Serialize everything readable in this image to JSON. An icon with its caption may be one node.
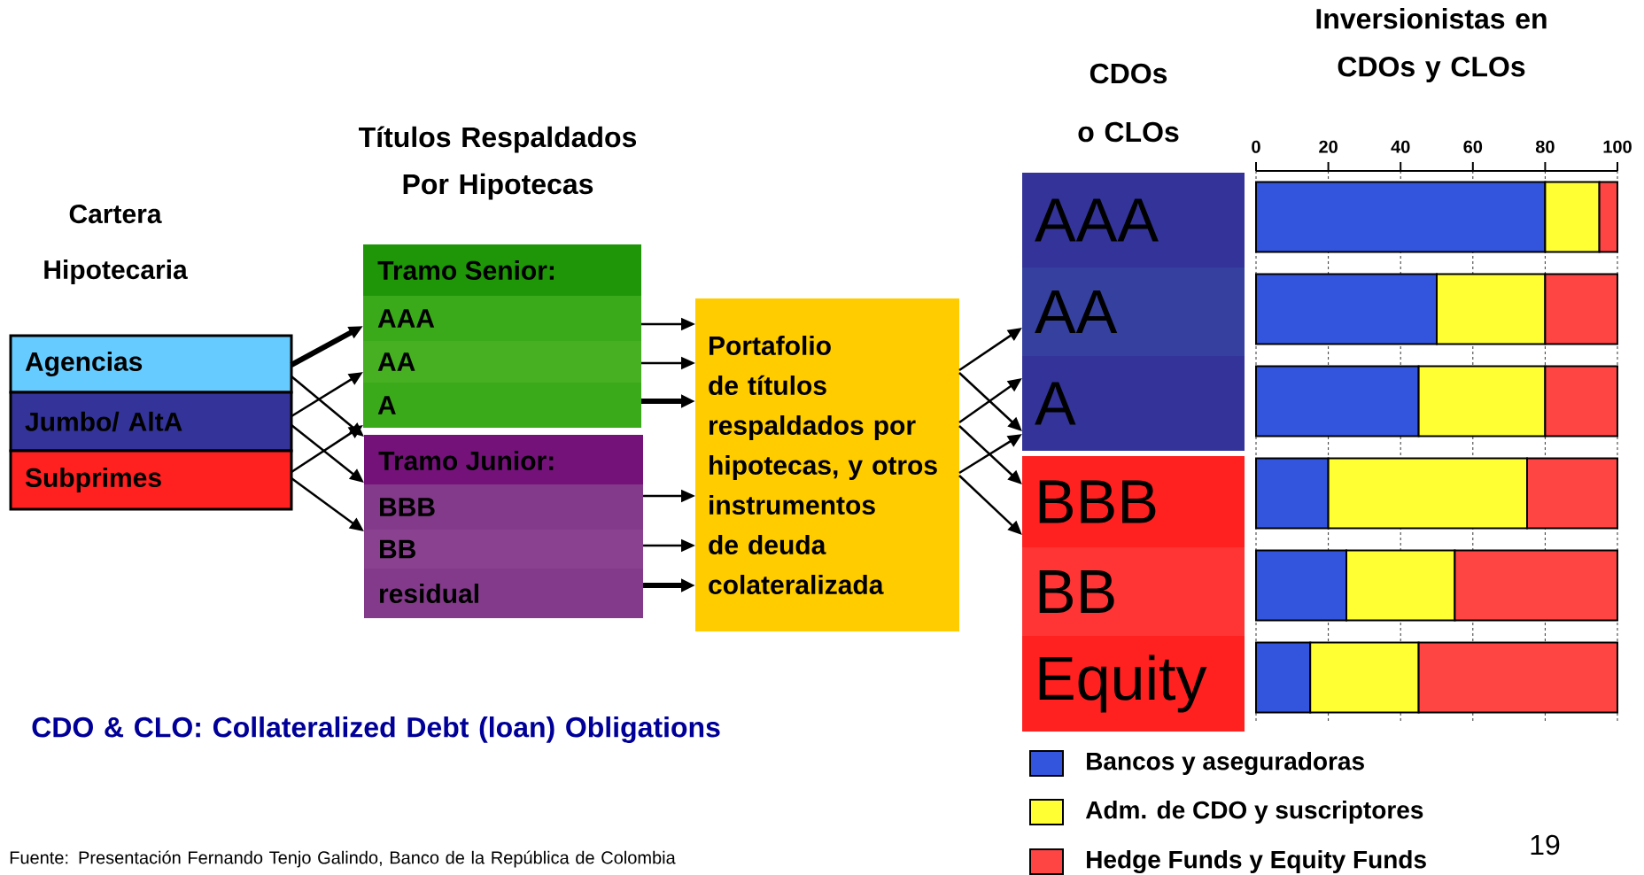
{
  "diagram": {
    "nodes": [
      {
        "text": [
          "Agencias"
        ]
      },
      {
        "text": [
          "Jumbo/ AltA"
        ]
      },
      {
        "text": [
          "Subprimes"
        ]
      },
      {
        "text": [
          "Tramo Senior:"
        ]
      },
      {
        "text": [
          "AAA"
        ],
        "in": 3
      },
      {
        "text": [
          "AA"
        ],
        "in": 3
      },
      {
        "text": [
          "A"
        ],
        "in": 3
      },
      {
        "text": [
          "Tramo Junior:"
        ]
      },
      {
        "text": [
          "BBB"
        ],
        "in": 7
      },
      {
        "text": [
          "BB"
        ],
        "in": 7
      },
      {
        "text": [
          "residual"
        ],
        "in": 7
      },
      {
        "text": [
          "Portafolio de títulos respaldados por hipotecas, y otros instrumentos de deuda colateralizada"
        ]
      },
      {
        "text": [
          "AAA"
        ]
      },
      {
        "text": [
          "AA"
        ]
      },
      {
        "text": [
          "A"
        ]
      },
      {
        "text": [
          "BBB"
        ]
      },
      {
        "text": [
          "BB"
        ]
      },
      {
        "text": [
          "Equity"
        ]
      }
    ],
    "edges": [
      {
        "from": 0,
        "to": 3,
        "arrow": "to",
        "style": "thick"
      },
      {
        "from": 0,
        "to": 7,
        "arrow": "to"
      },
      {
        "from": 1,
        "to": 3,
        "arrow": "to"
      },
      {
        "from": 1,
        "to": 7,
        "arrow": "to"
      },
      {
        "from": 2,
        "to": 3,
        "arrow": "to"
      },
      {
        "from": 2,
        "to": 7,
        "arrow": "to"
      },
      {
        "from": 4,
        "to": 11,
        "arrow": "to"
      },
      {
        "from": 5,
        "to": 11,
        "arrow": "to"
      },
      {
        "from": 6,
        "to": 11,
        "arrow": "to",
        "style": "thick"
      },
      {
        "from": 8,
        "to": 11,
        "arrow": "to"
      },
      {
        "from": 9,
        "to": 11,
        "arrow": "to"
      },
      {
        "from": 10,
        "to": 11,
        "arrow": "to",
        "style": "thick"
      },
      {
        "from": 11,
        "to": 13,
        "arrow": "to"
      },
      {
        "from": 11,
        "to": 14,
        "arrow": "to"
      },
      {
        "from": 11,
        "to": 14,
        "arrow": "to"
      },
      {
        "from": 11,
        "to": 15,
        "arrow": "to"
      },
      {
        "from": 11,
        "to": 14,
        "arrow": "to"
      },
      {
        "from": 11,
        "to": 15,
        "arrow": "to"
      }
    ],
    "labels": [
      "Cartera Hipotecaria",
      "Títulos Respaldados Por Hipotecas",
      "CDOs o CLOs",
      "CDO & CLO: Collateralized Debt (loan) Obligations",
      "19",
      "Fuente: Presentación Fernando Tenjo Galindo, Banco de la República de Colombia"
    ],
    "legend": [
      {
        "text": "Bancos y aseguradoras",
        "color": "#3355dd"
      },
      {
        "text": "Adm. de CDO y suscriptores",
        "color": "#ffff33"
      },
      {
        "text": "Hedge Funds y Equity Funds",
        "color": "#ff4444"
      }
    ],
    "chart_data": {
      "type": "bar",
      "title": "Inversionistas en CDOs y CLOs",
      "orientation": "horizontal",
      "stacked": true,
      "xlim": [
        0,
        100
      ],
      "xticks": [
        0,
        20,
        40,
        60,
        80,
        100
      ],
      "grid": true,
      "series": [
        {
          "color": "#3355dd",
          "values": [
            80,
            50,
            45,
            20,
            25,
            15
          ]
        },
        {
          "color": "#ffff33",
          "values": [
            15,
            30,
            35,
            55,
            30,
            30
          ]
        },
        {
          "color": "#ff4444",
          "values": [
            5,
            20,
            20,
            25,
            45,
            55
          ]
        }
      ]
    }
  }
}
